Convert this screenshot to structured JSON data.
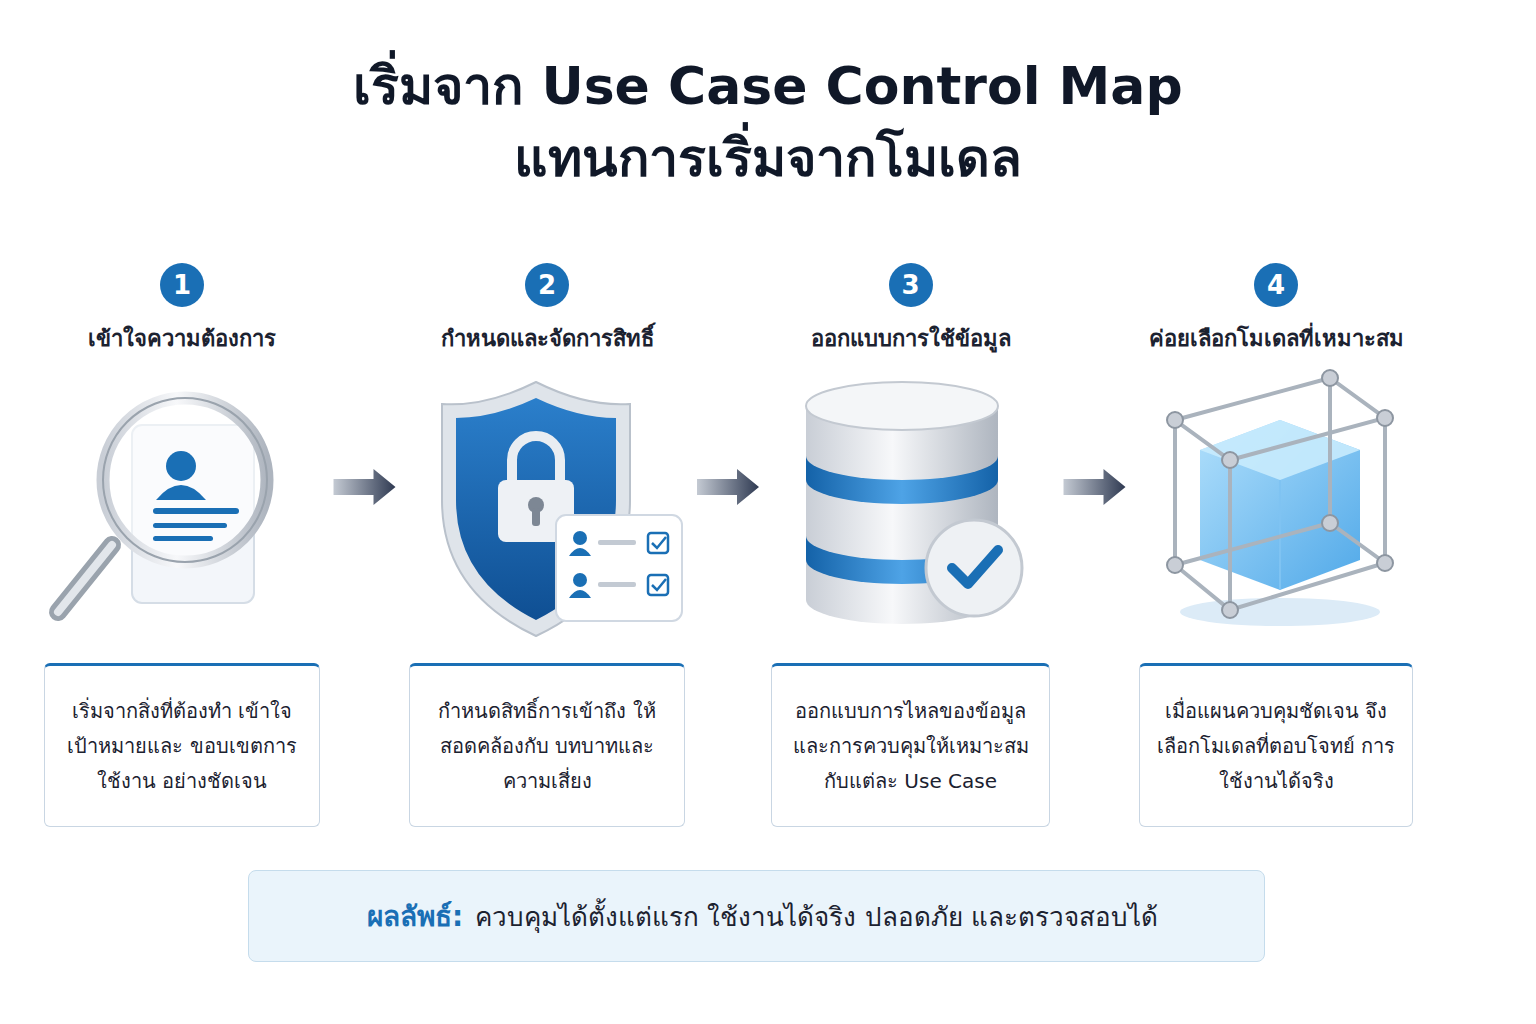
{
  "diagram": {
    "title": "เริ่มจาก Use Case Control Map แทนการเริ่มจากโมเดล",
    "nodes": [
      {
        "text": [
          "เข้าใจความต้องการ",
          "เริ่มจากสิ่งที่ต้องทำ เข้าใจเป้าหมายและ ขอบเขตการใช้งาน อย่างชัดเจน"
        ]
      },
      {
        "text": [
          "1"
        ],
        "in": 0
      },
      {
        "text": [
          "กำหนดและจัดการสิทธิ์",
          "กำหนดสิทธิ์การเข้าถึง ให้สอดคล้องกับ บทบาทและความเสี่ยง"
        ]
      },
      {
        "text": [
          "2"
        ],
        "in": 2
      },
      {
        "text": [
          "ออกแบบการใช้ข้อมูล",
          "ออกแบบการไหลของข้อมูล และการควบคุมให้เหมาะสม กับแต่ละ Use Case"
        ]
      },
      {
        "text": [
          "3"
        ],
        "in": 4
      },
      {
        "text": [
          "ค่อยเลือกโมเดลที่เหมาะสม",
          "เมื่อแผนควบคุมชัดเจน จึงเลือกโมเดลที่ตอบโจทย์ การใช้งานได้จริง"
        ]
      },
      {
        "text": [
          "4"
        ],
        "in": 6
      },
      {
        "text": [
          "ผลลัพธ์:",
          "ควบคุมได้ตั้งแต่แรก ใช้งานได้จริง ปลอดภัย และตรวจสอบได้"
        ]
      }
    ],
    "edges": [
      {
        "from": 0,
        "to": 2,
        "arrow": "to"
      },
      {
        "from": 2,
        "to": 4,
        "arrow": "to"
      },
      {
        "from": 4,
        "to": 6,
        "arrow": "to"
      }
    ]
  }
}
